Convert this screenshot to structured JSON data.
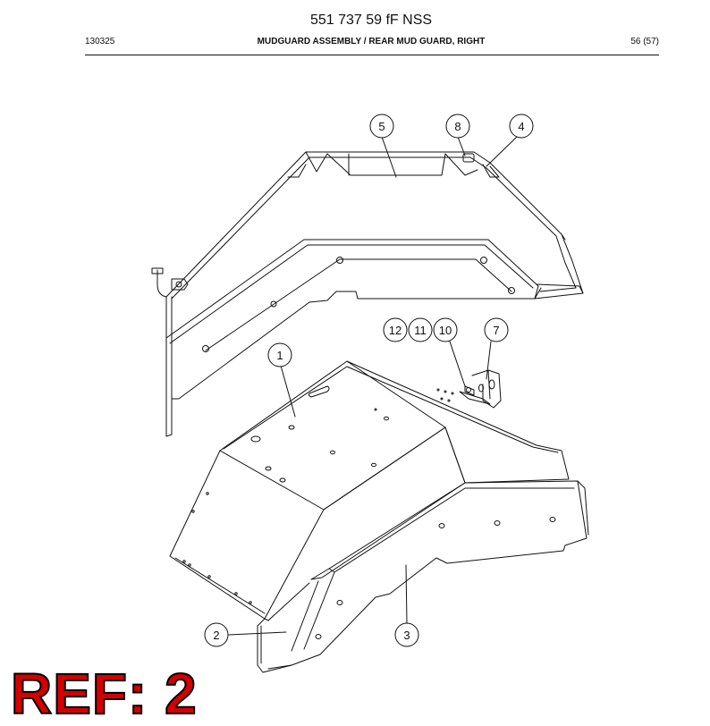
{
  "header": {
    "doc_number": "551 737 59 fF NSS",
    "code": "130325",
    "title": "MUDGUARD ASSEMBLY / REAR MUD GUARD, RIGHT",
    "page": "56 (57)"
  },
  "callouts": [
    "1",
    "2",
    "3",
    "4",
    "5",
    "7",
    "8",
    "10",
    "11",
    "12"
  ],
  "ref_label": "REF: 2",
  "colors": {
    "line": "#111111",
    "ref_fill": "#d40000",
    "ref_outline": "#000000"
  }
}
